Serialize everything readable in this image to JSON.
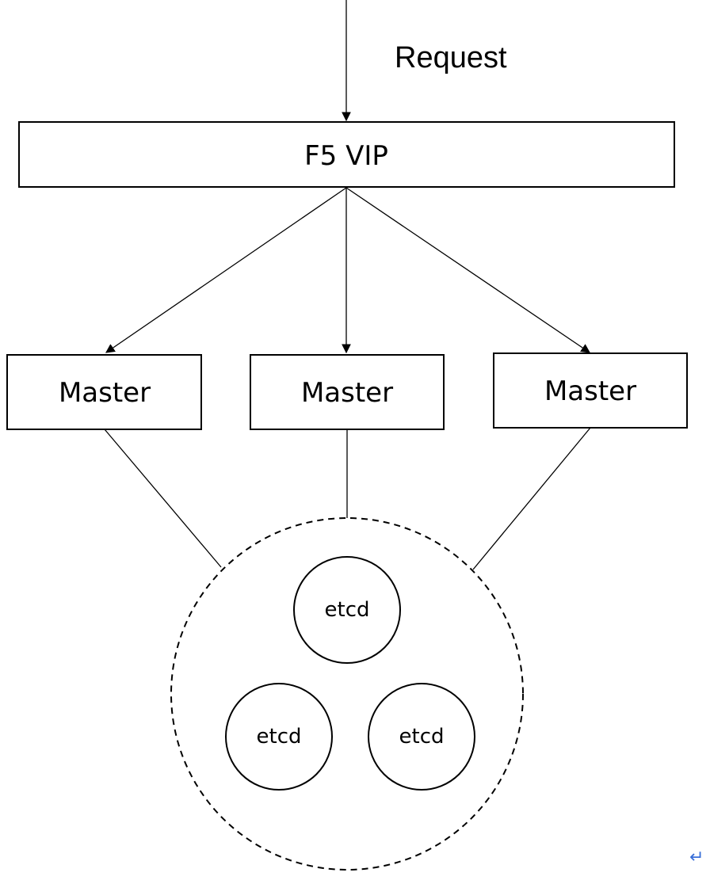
{
  "request": {
    "label": "Request"
  },
  "vip": {
    "label": "F5 VIP"
  },
  "masters": [
    {
      "label": "Master"
    },
    {
      "label": "Master"
    },
    {
      "label": "Master"
    }
  ],
  "etcd_nodes": [
    {
      "label": "etcd"
    },
    {
      "label": "etcd"
    },
    {
      "label": "etcd"
    }
  ],
  "colors": {
    "stroke": "#000000",
    "background": "#ffffff",
    "return_glyph": "#3a6fd8"
  },
  "icons": {
    "return_glyph": "return-arrow-icon"
  }
}
